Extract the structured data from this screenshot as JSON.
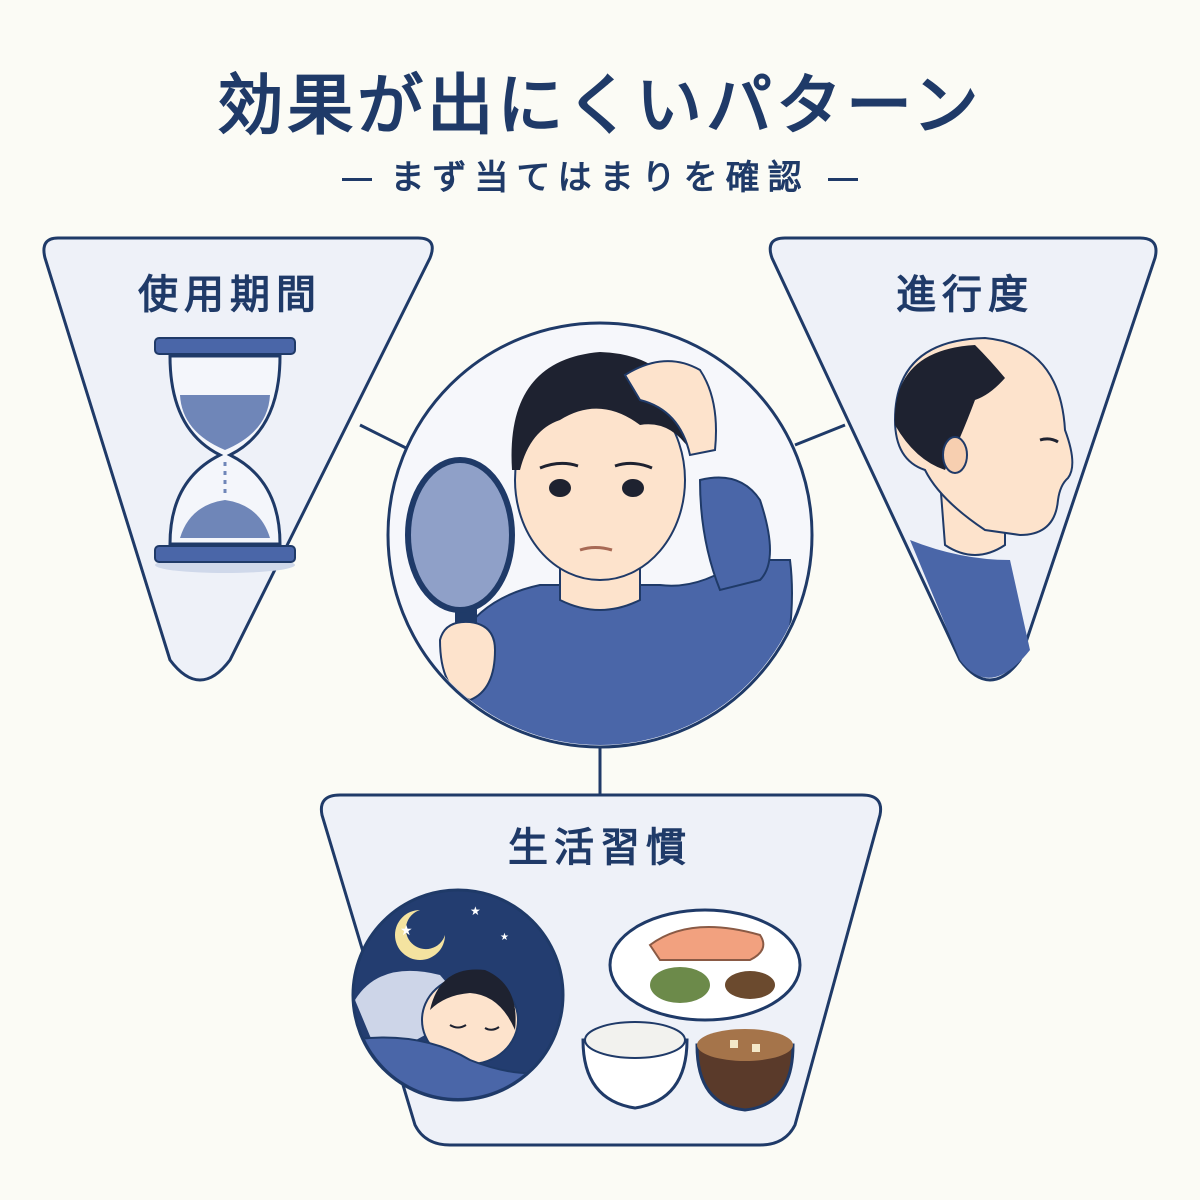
{
  "header": {
    "title": "効果が出にくいパターン",
    "subtitle": "まず当てはまりを確認"
  },
  "panels": {
    "usage_period": {
      "label": "使用期間",
      "icon": "hourglass-icon"
    },
    "progression": {
      "label": "進行度",
      "icon": "receding-hairline-profile"
    },
    "lifestyle": {
      "label": "生活習慣",
      "icons": [
        "sleep-icon",
        "meal-icon"
      ]
    }
  },
  "center": {
    "illustration": "man-checking-hair-in-mirror"
  },
  "colors": {
    "navy": "#1f3a68",
    "panel_fill": "#eef1f8",
    "shirt_blue": "#4a66a8",
    "background": "#fbfbf5"
  }
}
